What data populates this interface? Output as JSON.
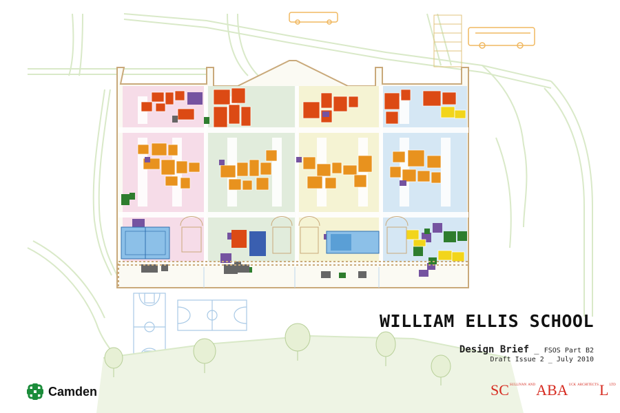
{
  "document": {
    "title": "WILLIAM ELLIS SCHOOL",
    "subtitle_main": "Design Brief",
    "subtitle_sep": "_",
    "subtitle_part": "FSOS Part B2",
    "issue": "Draft Issue 2 _ July 2010"
  },
  "logos": {
    "camden": "Camden",
    "scabal_part1": "SC",
    "scabal_part2": "ABA",
    "scabal_part3": "L",
    "scabal_small1": "SULLIVAN",
    "scabal_small2": "AND",
    "scabal_small3": "UCK",
    "scabal_small4": "ARCHITECTS",
    "scabal_mark": "LTD",
    "camden_icon": "camden-knot-icon"
  },
  "colors": {
    "pink": "#f6dce8",
    "green": "#e1ecdc",
    "yellow": "#f5f3d3",
    "blue": "#d5e7f4",
    "orange": "#e8921e",
    "red_orange": "#dc4a14",
    "purple": "#7553a0",
    "yellow_block": "#f2d51b",
    "court_blue": "#8cc0e8",
    "dark_green": "#2e7d2e",
    "grey": "#666666",
    "path_green": "#cfe3b9",
    "wall_brown": "#b3946b",
    "bus_orange": "#f0b860",
    "brand_red": "#d62a1f",
    "camden_green": "#1b8c3a"
  }
}
